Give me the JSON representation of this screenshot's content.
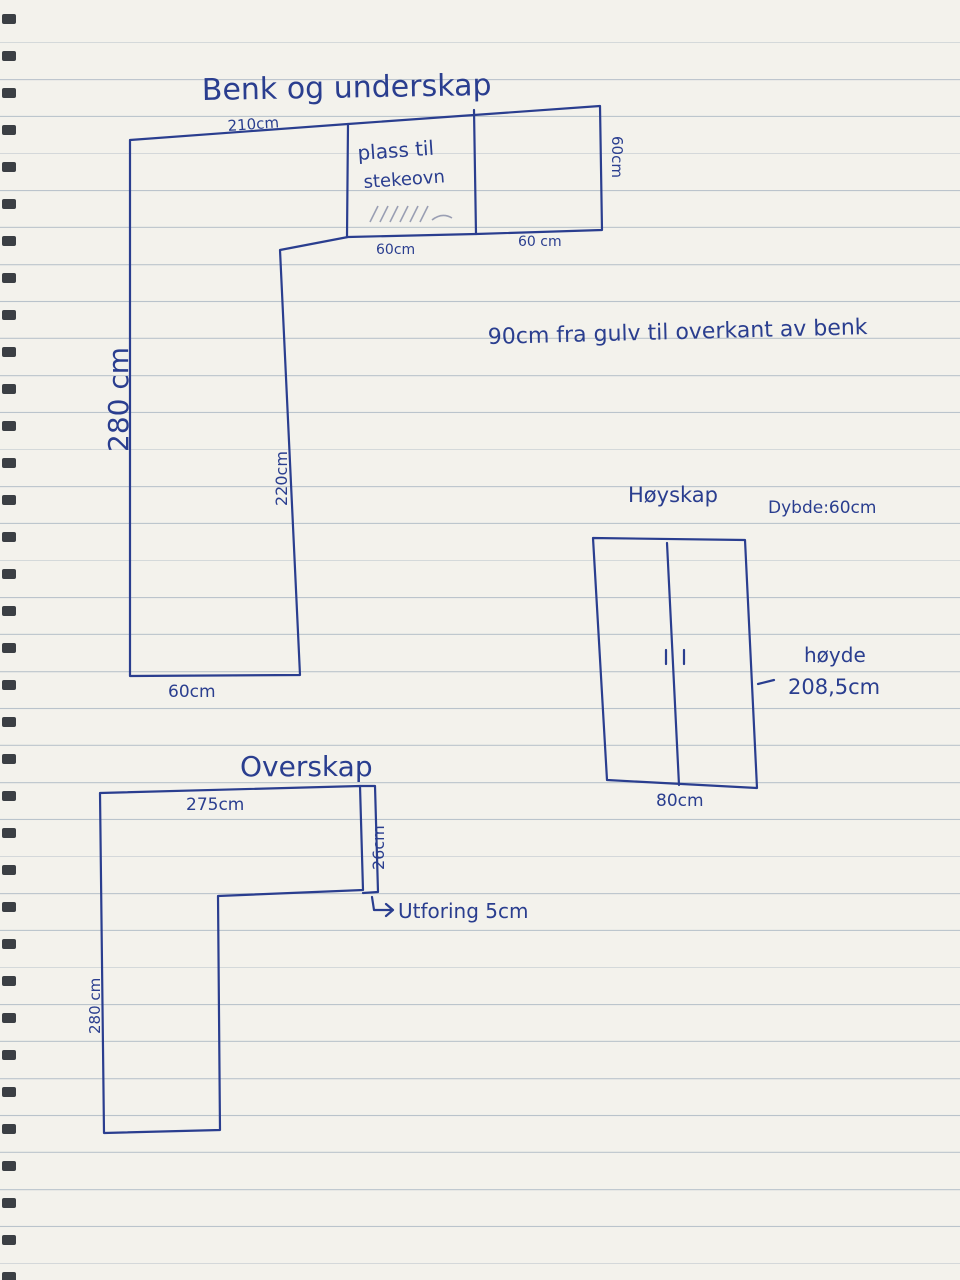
{
  "section_labels": {
    "base": "Benk og underskap",
    "tall": "Høyskap",
    "upper": "Overskap"
  },
  "base_cabinets": {
    "top_width": "210cm",
    "left_length": "280 cm",
    "inner_length": "220cm",
    "bottom_width": "60cm",
    "right_depth": "60cm",
    "oven_space": [
      "plass til",
      "stekeovn"
    ],
    "oven_width": "60cm",
    "adjacent_width": "60 cm"
  },
  "height_note": "90cm fra gulv til overkant av benk",
  "tall_cabinet": {
    "depth": "Dybde:60cm",
    "height_label": "høyde",
    "height_value": "208,5cm",
    "width": "80cm"
  },
  "upper_cabinets": {
    "top_width": "275cm",
    "depth": "26cm",
    "left_length": "280 cm",
    "filler": "Utforing 5cm"
  },
  "colors": {
    "ink": "#2a3e8f",
    "paper": "#f3f2ec",
    "rule_line": "#b9c3cb",
    "pencil": "#9a9fb3"
  }
}
